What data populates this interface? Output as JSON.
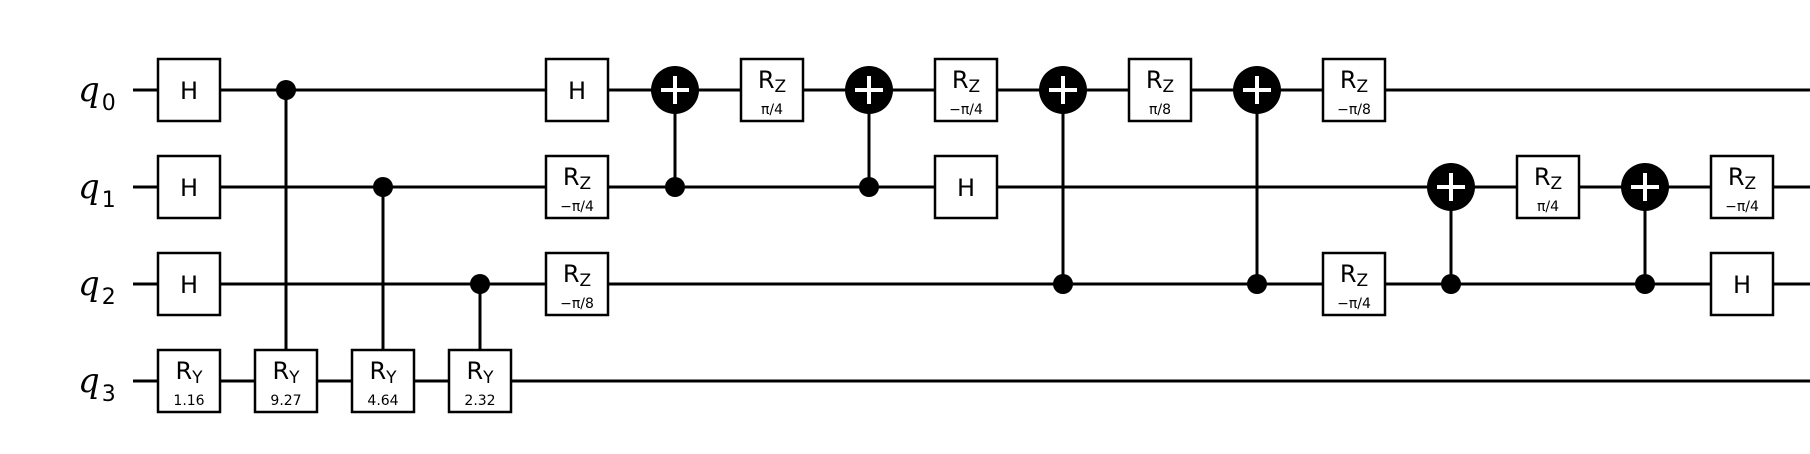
{
  "qubits": [
    {
      "name": "q",
      "index": "0"
    },
    {
      "name": "q",
      "index": "1"
    },
    {
      "name": "q",
      "index": "2"
    },
    {
      "name": "q",
      "index": "3"
    }
  ],
  "gates": [
    {
      "type": "single",
      "label": "H",
      "qubit": 0,
      "col": 0
    },
    {
      "type": "single",
      "label": "H",
      "qubit": 1,
      "col": 0
    },
    {
      "type": "single",
      "label": "H",
      "qubit": 2,
      "col": 0
    },
    {
      "type": "single",
      "label": "R",
      "sub": "Y",
      "param": "1.16",
      "qubit": 3,
      "col": 0
    },
    {
      "type": "controlled",
      "label": "R",
      "sub": "Y",
      "param": "9.27",
      "control": 0,
      "target": 3,
      "col": 1
    },
    {
      "type": "controlled",
      "label": "R",
      "sub": "Y",
      "param": "4.64",
      "control": 1,
      "target": 3,
      "col": 2
    },
    {
      "type": "controlled",
      "label": "R",
      "sub": "Y",
      "param": "2.32",
      "control": 2,
      "target": 3,
      "col": 3
    },
    {
      "type": "single",
      "label": "H",
      "qubit": 0,
      "col": 4
    },
    {
      "type": "single",
      "label": "R",
      "sub": "Z",
      "param": "−π/4",
      "qubit": 1,
      "col": 4
    },
    {
      "type": "single",
      "label": "R",
      "sub": "Z",
      "param": "−π/8",
      "qubit": 2,
      "col": 4
    },
    {
      "type": "cx",
      "control": 1,
      "target": 0,
      "col": 5
    },
    {
      "type": "single",
      "label": "R",
      "sub": "Z",
      "param": "π/4",
      "qubit": 0,
      "col": 6
    },
    {
      "type": "cx",
      "control": 1,
      "target": 0,
      "col": 7
    },
    {
      "type": "single",
      "label": "R",
      "sub": "Z",
      "param": "−π/4",
      "qubit": 0,
      "col": 8
    },
    {
      "type": "single",
      "label": "H",
      "qubit": 1,
      "col": 8
    },
    {
      "type": "cx",
      "control": 2,
      "target": 0,
      "col": 9
    },
    {
      "type": "single",
      "label": "R",
      "sub": "Z",
      "param": "π/8",
      "qubit": 0,
      "col": 10
    },
    {
      "type": "cx",
      "control": 2,
      "target": 0,
      "col": 11
    },
    {
      "type": "single",
      "label": "R",
      "sub": "Z",
      "param": "−π/8",
      "qubit": 0,
      "col": 12
    },
    {
      "type": "single",
      "label": "R",
      "sub": "Z",
      "param": "−π/4",
      "qubit": 2,
      "col": 12
    },
    {
      "type": "cx",
      "control": 2,
      "target": 1,
      "col": 13
    },
    {
      "type": "single",
      "label": "R",
      "sub": "Z",
      "param": "π/4",
      "qubit": 1,
      "col": 14
    },
    {
      "type": "cx",
      "control": 2,
      "target": 1,
      "col": 15
    },
    {
      "type": "single",
      "label": "R",
      "sub": "Z",
      "param": "−π/4",
      "qubit": 1,
      "col": 16
    },
    {
      "type": "single",
      "label": "H",
      "qubit": 2,
      "col": 16
    }
  ]
}
